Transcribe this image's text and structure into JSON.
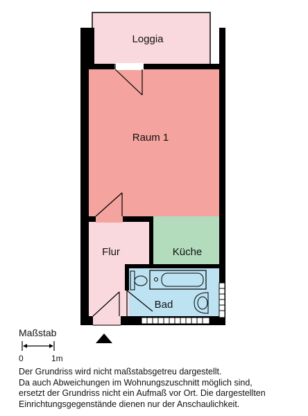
{
  "rooms": {
    "loggia": "Loggia",
    "raum1": "Raum 1",
    "flur": "Flur",
    "kueche": "Küche",
    "bad": "Bad"
  },
  "scale": {
    "title": "Maßstab",
    "zero": "0",
    "one": "1m"
  },
  "disclaimer": {
    "line1": "Der Grundriss wird nicht maßstabsgetreu dargestellt.",
    "line2": "Da auch Abweichungen im Wohnungszuschnitt möglich sind,",
    "line3": "ersetzt der Grundriss nicht ein Aufmaß vor Ort. Die dargestellten",
    "line4": "Einrichtungsgegenstände dienen nur der Anschaulichkeit."
  },
  "colors": {
    "loggia": "#f9d9dd",
    "raum1": "#f4a39e",
    "flur": "#f9d9dd",
    "kueche": "#b2dcbc",
    "bad": "#bde3f3",
    "wall": "#000000"
  }
}
